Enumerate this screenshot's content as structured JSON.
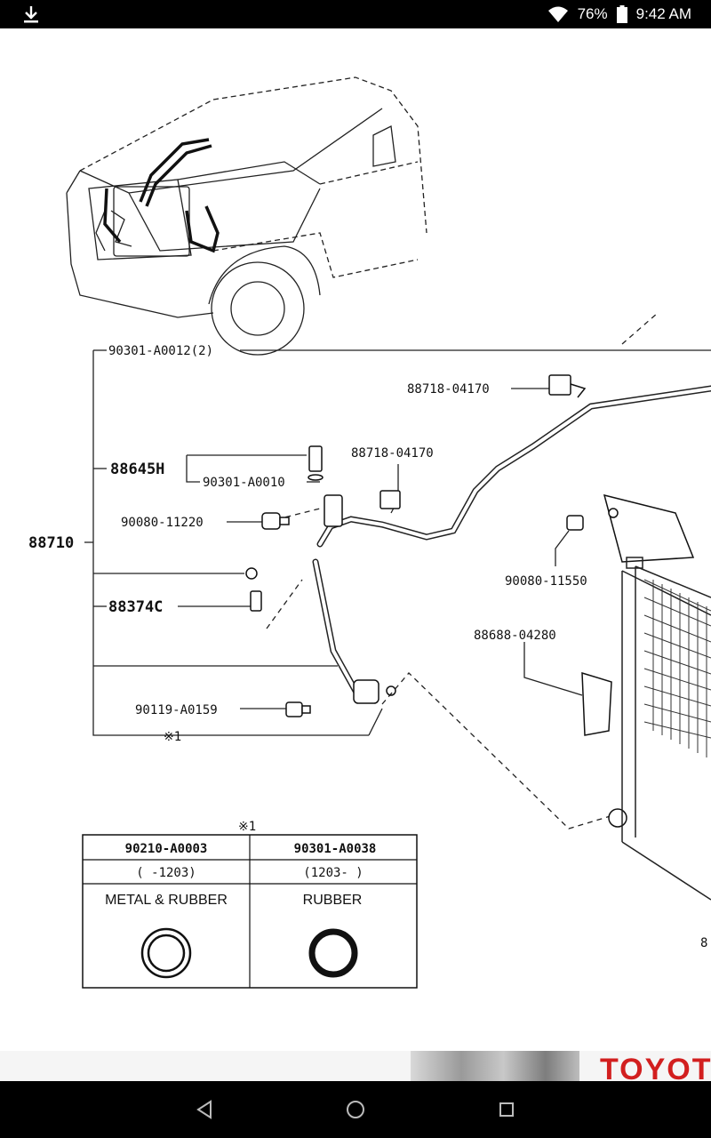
{
  "status_bar": {
    "download_icon": "download-arrow-icon",
    "wifi_icon": "wifi-icon",
    "battery_percent": "76%",
    "battery_icon": "battery-icon",
    "time": "9:42 AM"
  },
  "diagram": {
    "callouts": {
      "p90301_a0012": "90301-A0012(2)",
      "p88718_04170_top": "88718-04170",
      "p88645h": "88645H",
      "p90301_a0010": "90301-A0010",
      "p88718_04170_mid": "88718-04170",
      "p90080_11220": "90080-11220",
      "p88710": "88710",
      "p90080_11550": "90080-11550",
      "p88374c": "88374C",
      "p88688_04280": "88688-04280",
      "p90119_a0159": "90119-A0159",
      "note1": "※1",
      "p88_cut": "8"
    },
    "legend_table": {
      "note": "※1",
      "columns": [
        {
          "part": "90210-A0003",
          "range": "( -1203)",
          "material": "METAL & RUBBER"
        },
        {
          "part": "90301-A0038",
          "range": "(1203- )",
          "material": "RUBBER"
        }
      ]
    }
  },
  "ad_banner": {
    "brand": "TOYOT"
  },
  "nav_bar": {
    "back_icon": "back-triangle-icon",
    "home_icon": "home-circle-icon",
    "recents_icon": "recents-square-icon"
  }
}
